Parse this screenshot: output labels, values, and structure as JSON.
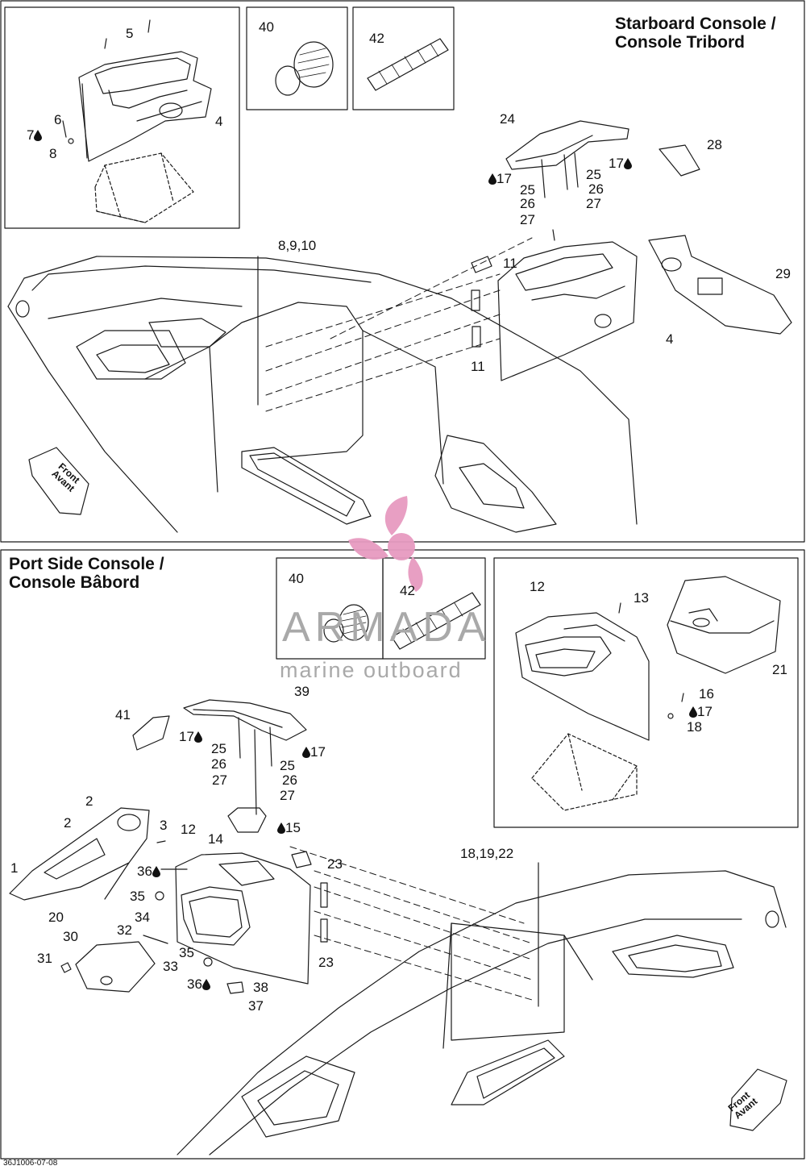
{
  "starboard_section": {
    "title_line1": "Starboard Console /",
    "title_line2": "Console Tribord",
    "front_badge_line1": "Front",
    "front_badge_line2": "Avant",
    "labels": [
      {
        "text": "5"
      },
      {
        "text": "6"
      },
      {
        "text": "7",
        "drop": true,
        "drop_first": false
      },
      {
        "text": "8"
      },
      {
        "text": "4"
      },
      {
        "text": "40"
      },
      {
        "text": "42"
      },
      {
        "text": "24"
      },
      {
        "text": "28"
      },
      {
        "text": "17",
        "drop": true,
        "drop_first": true
      },
      {
        "text": "17",
        "drop": true,
        "drop_first": false
      },
      {
        "text": "25"
      },
      {
        "text": "25"
      },
      {
        "text": "26"
      },
      {
        "text": "26"
      },
      {
        "text": "27"
      },
      {
        "text": "27"
      },
      {
        "text": "8,9,10"
      },
      {
        "text": "11"
      },
      {
        "text": "11"
      },
      {
        "text": "29"
      },
      {
        "text": "4"
      }
    ]
  },
  "port_section": {
    "title_line1": "Port Side Console /",
    "title_line2": "Console Bâbord",
    "front_badge_line1": "Front",
    "front_badge_line2": "Avant",
    "labels": [
      {
        "text": "40"
      },
      {
        "text": "42"
      },
      {
        "text": "12"
      },
      {
        "text": "13"
      },
      {
        "text": "21"
      },
      {
        "text": "16"
      },
      {
        "text": "17",
        "drop": true,
        "drop_first": true
      },
      {
        "text": "18"
      },
      {
        "text": "39"
      },
      {
        "text": "41"
      },
      {
        "text": "17",
        "drop": true,
        "drop_first": false
      },
      {
        "text": "17",
        "drop": true,
        "drop_first": true
      },
      {
        "text": "25"
      },
      {
        "text": "25"
      },
      {
        "text": "26"
      },
      {
        "text": "26"
      },
      {
        "text": "27"
      },
      {
        "text": "27"
      },
      {
        "text": "14"
      },
      {
        "text": "15",
        "drop": true,
        "drop_first": true
      },
      {
        "text": "2"
      },
      {
        "text": "2"
      },
      {
        "text": "3"
      },
      {
        "text": "12"
      },
      {
        "text": "1"
      },
      {
        "text": "36",
        "drop": true,
        "drop_first": false
      },
      {
        "text": "35"
      },
      {
        "text": "20"
      },
      {
        "text": "34"
      },
      {
        "text": "32"
      },
      {
        "text": "33"
      },
      {
        "text": "30"
      },
      {
        "text": "31"
      },
      {
        "text": "35"
      },
      {
        "text": "36",
        "drop": true,
        "drop_first": false
      },
      {
        "text": "38"
      },
      {
        "text": "37"
      },
      {
        "text": "23"
      },
      {
        "text": "23"
      },
      {
        "text": "18,19,22"
      }
    ]
  },
  "watermark": {
    "brand": "ARMADA",
    "tagline": "marine outboard",
    "logo_color": "#e79ac0",
    "text_color": "#a9a9a9"
  },
  "drawing_code": "36J1006-07-08",
  "colors": {
    "line": "#1a1a1a",
    "background": "#ffffff"
  }
}
